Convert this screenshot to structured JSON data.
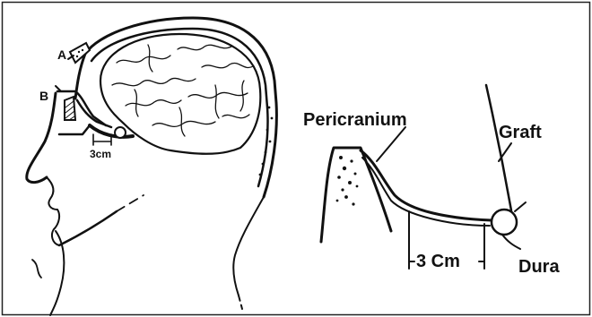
{
  "figure": {
    "left_panel": {
      "labels": {
        "a": "A",
        "b": "B",
        "measure": "3cm"
      }
    },
    "right_panel": {
      "labels": {
        "pericranium": "Pericranium",
        "graft": "Graft",
        "measure": "3 Cm",
        "dura": "Dura"
      }
    }
  },
  "colors": {
    "ink": "#111111",
    "background": "#ffffff"
  }
}
